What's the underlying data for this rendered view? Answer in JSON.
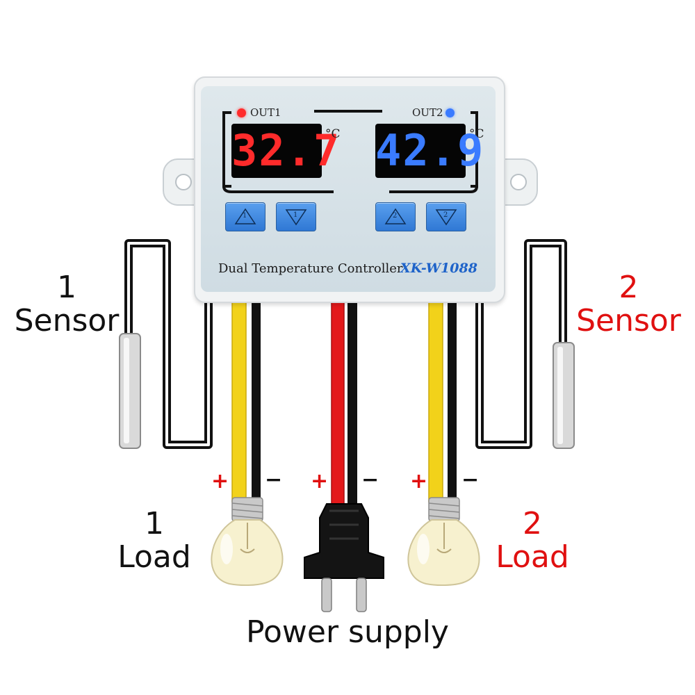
{
  "labels": {
    "sensor1": {
      "number": "1",
      "text": "Sensor"
    },
    "sensor2": {
      "number": "2",
      "text": "Sensor"
    },
    "load1": {
      "number": "1",
      "text": "Load"
    },
    "load2": {
      "number": "2",
      "text": "Load"
    },
    "power_supply": "Power supply",
    "plus": "+",
    "minus": "−"
  },
  "controller": {
    "out1": "OUT1",
    "out2": "OUT2",
    "display1": "32.7",
    "display2": "42.9",
    "unit": "°C",
    "button_labels": [
      "1",
      "1",
      "2",
      "2"
    ],
    "title": "Dual Temperature Controller",
    "model": "XK-W1088"
  },
  "colors": {
    "label_red": "#e01010",
    "display1_red": "#ff2b2b",
    "display2_blue": "#3a7bff",
    "button_blue": "#3a86e0",
    "model_blue": "#1e63c9",
    "wire_yellow": "#f2d21a",
    "wire_red": "#e3191b",
    "wire_black": "#111111"
  },
  "icons": [
    "led-red-icon",
    "led-blue-icon",
    "up-arrow-icon",
    "down-arrow-icon",
    "light-bulb-icon",
    "euro-plug-icon",
    "temperature-probe-icon"
  ]
}
